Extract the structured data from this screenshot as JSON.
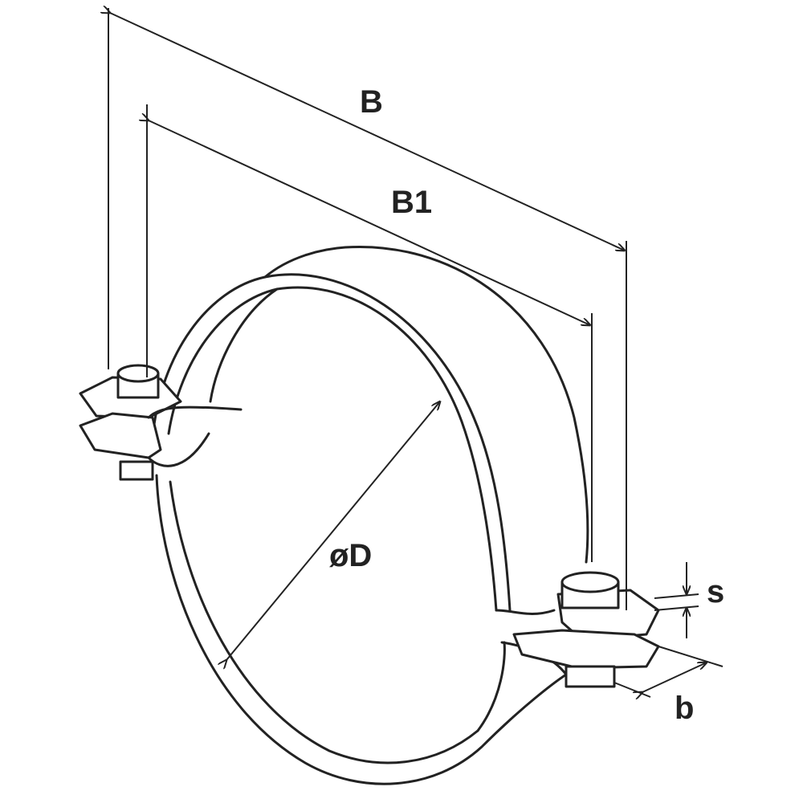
{
  "labels": {
    "overall_width": "B",
    "bolt_spacing": "B1",
    "diameter": "øD",
    "thickness": "s",
    "band_width": "b"
  }
}
